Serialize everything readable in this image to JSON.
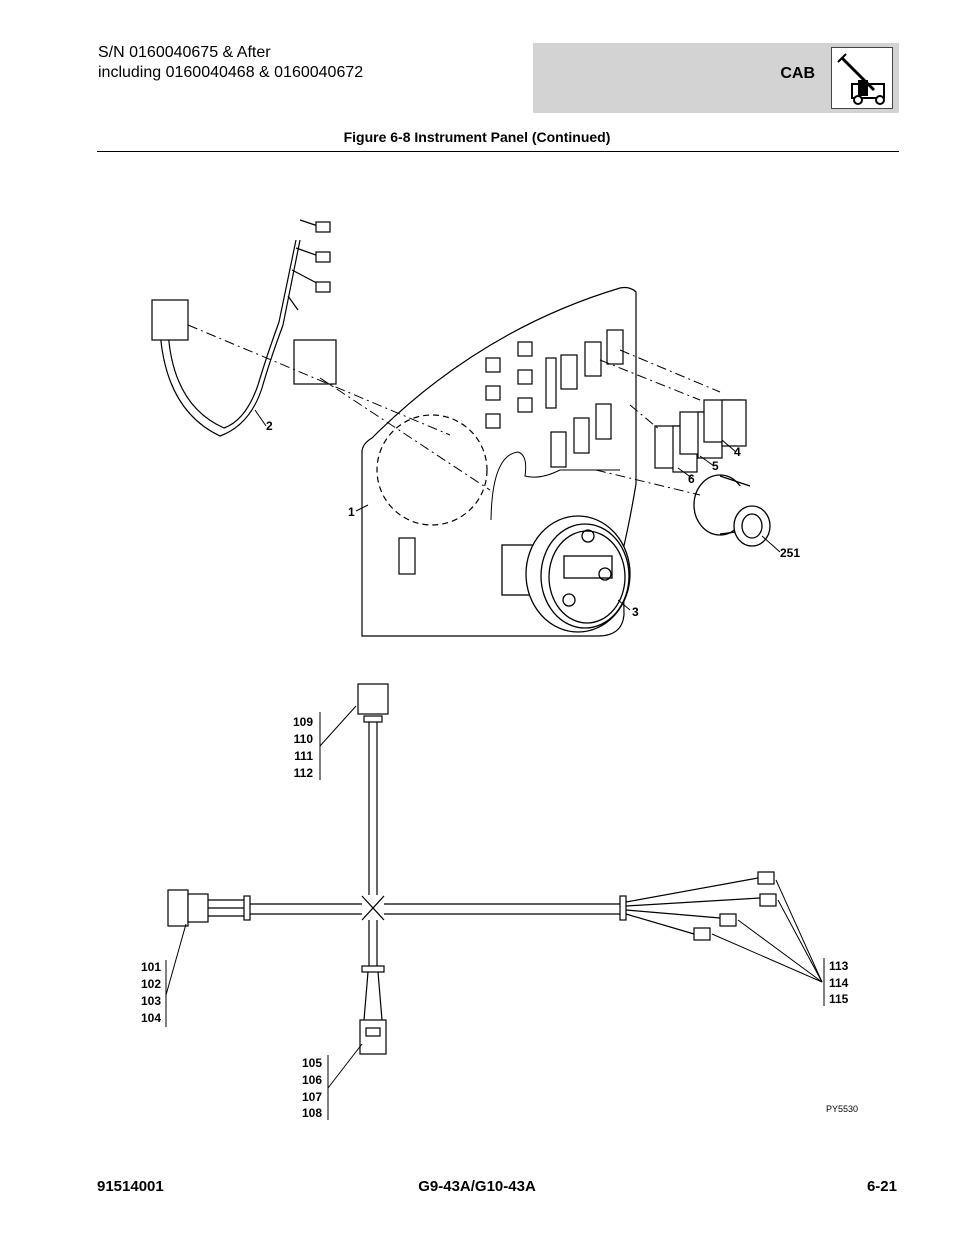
{
  "header": {
    "serial_line1": "S/N 0160040675 & After",
    "serial_line2": "including 0160040468 & 0160040672",
    "section": "CAB"
  },
  "figure": {
    "title": "Figure 6-8 Instrument Panel (Continued)",
    "callouts_panel": [
      "1",
      "2",
      "3",
      "4",
      "5",
      "6",
      "251"
    ],
    "callouts_harness_top": [
      "109",
      "110",
      "111",
      "112"
    ],
    "callouts_harness_left": [
      "101",
      "102",
      "103",
      "104"
    ],
    "callouts_harness_bottom": [
      "105",
      "106",
      "107",
      "108"
    ],
    "callouts_harness_right": [
      "113",
      "114",
      "115"
    ],
    "drawing_id": "PY5530"
  },
  "footer": {
    "left": "91514001",
    "center": "G9-43A/G10-43A",
    "right": "6-21"
  }
}
